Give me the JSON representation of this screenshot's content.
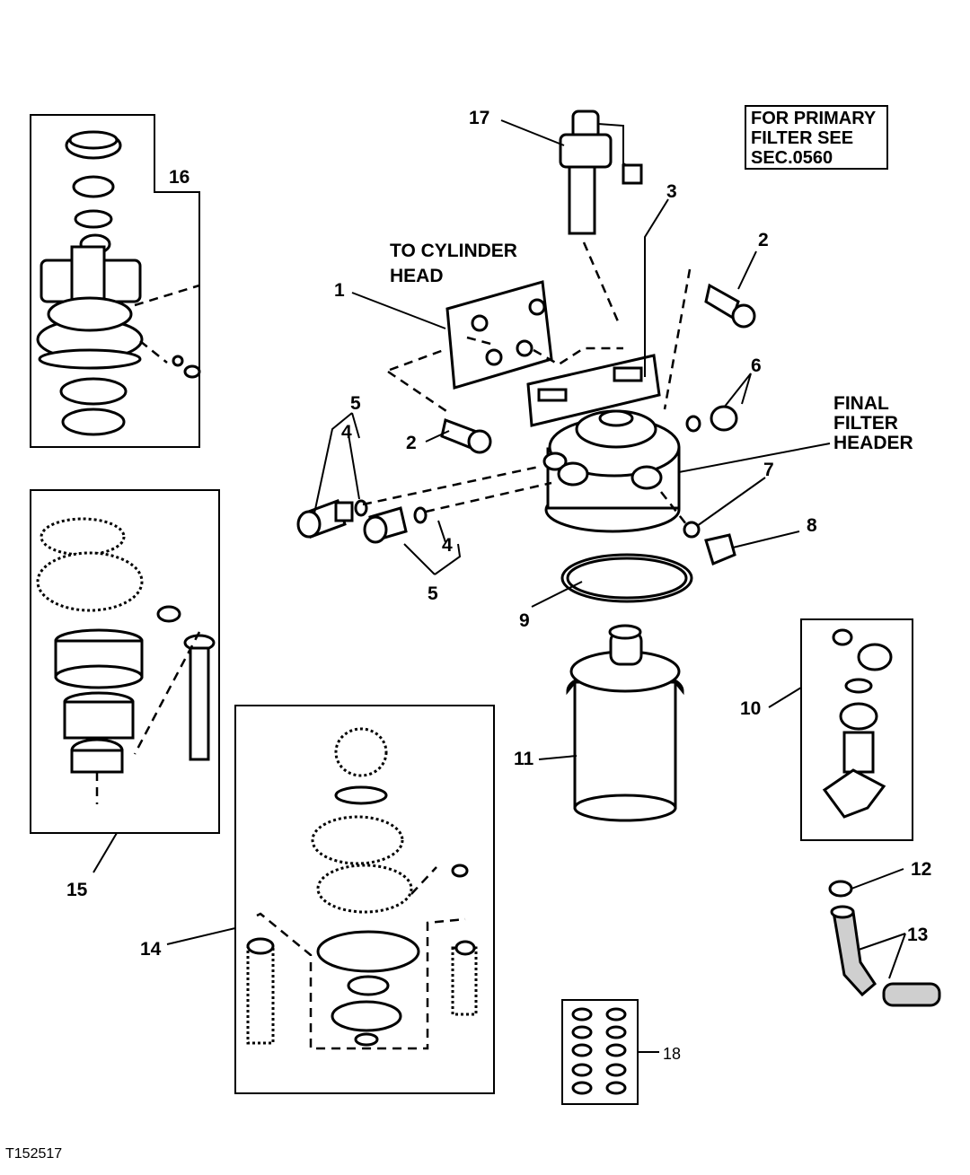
{
  "figure_id": "T152517",
  "note": [
    "FOR PRIMARY",
    "FILTER SEE",
    "SEC.0560"
  ],
  "labels": {
    "to_cylinder_head": [
      "TO CYLINDER",
      "HEAD"
    ],
    "final_filter_header": [
      "FINAL",
      "FILTER",
      "HEADER"
    ]
  },
  "callouts": {
    "c1": "1",
    "c2a": "2",
    "c2b": "2",
    "c3": "3",
    "c4a": "4",
    "c4b": "4",
    "c5a": "5",
    "c5b": "5",
    "c6": "6",
    "c7": "7",
    "c8": "8",
    "c9": "9",
    "c10": "10",
    "c11": "11",
    "c12": "12",
    "c13": "13",
    "c14": "14",
    "c15": "15",
    "c16": "16",
    "c17": "17",
    "c18": "18"
  }
}
